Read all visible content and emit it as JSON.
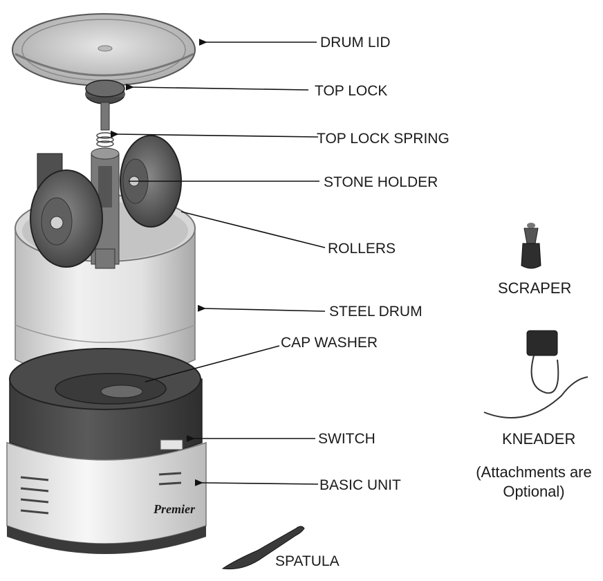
{
  "labels": {
    "drum_lid": "DRUM LID",
    "top_lock": "TOP LOCK",
    "top_lock_spring": "TOP LOCK SPRING",
    "stone_holder": "STONE HOLDER",
    "rollers": "ROLLERS",
    "steel_drum": "STEEL DRUM",
    "cap_washer": "CAP WASHER",
    "switch": "SWITCH",
    "basic_unit": "BASIC UNIT",
    "spatula": "SPATULA"
  },
  "attachments": {
    "scraper": "SCRAPER",
    "kneader": "KNEADER",
    "note_line1": "(Attachments are",
    "note_line2": "Optional)"
  },
  "branding": {
    "brand_name": "Premier",
    "brand_sub": "",
    "switch_tag": ""
  }
}
